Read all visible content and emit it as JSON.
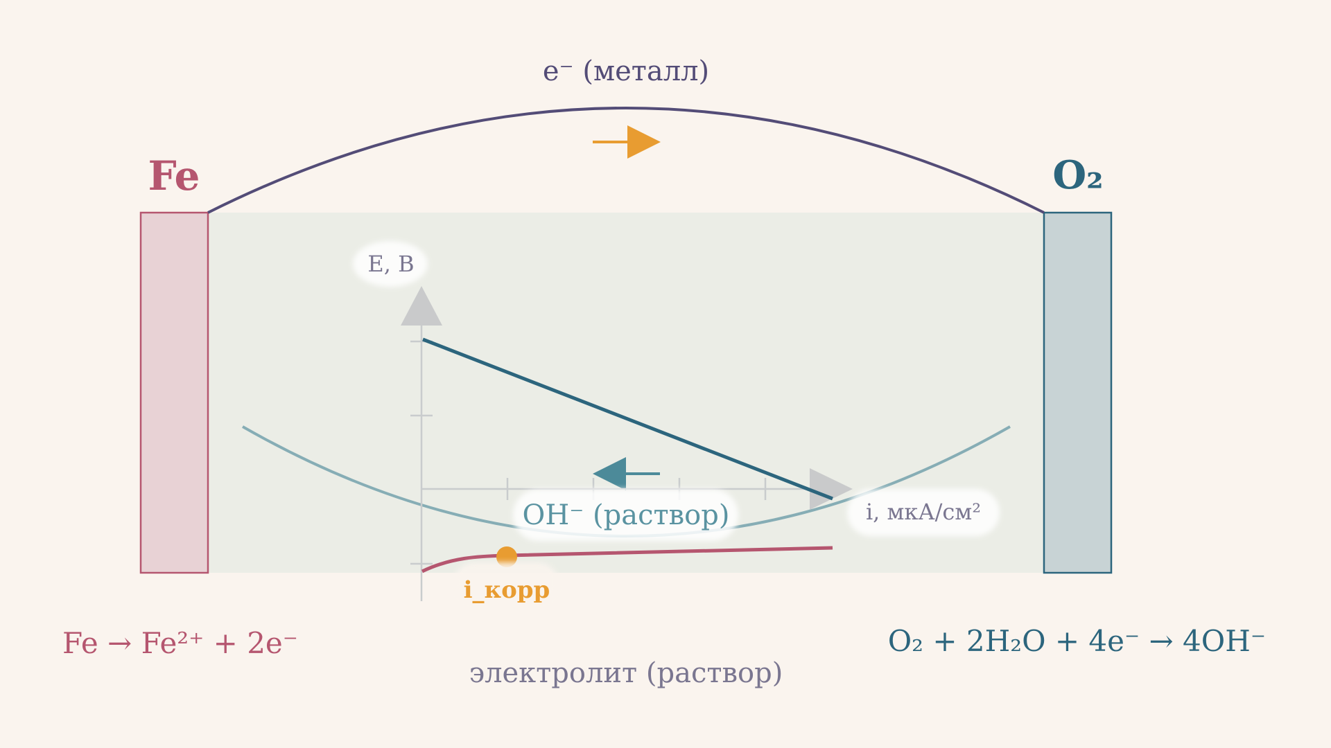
{
  "diagram": {
    "electron_flow_label": "e⁻ (металл)",
    "anode_label": "Fe",
    "cathode_label": "O₂",
    "solution_ion_label": "OH⁻ (раствор)",
    "electrolyte_label": "электролит (раствор)",
    "anode_reaction": "Fe → Fe²⁺ + 2e⁻",
    "cathode_reaction": "O₂ + 2H₂O + 4e⁻ → 4OH⁻"
  },
  "polarization_plot": {
    "y_axis_label": "E, В",
    "x_axis_label": "i, мкА/см²",
    "corrosion_current_label": "i_корр"
  },
  "colors": {
    "background": "#faf4ee",
    "anode": "#b5566f",
    "cathode": "#2c657d",
    "wire": "#534c77",
    "arrow_electron": "#e89c31",
    "arrow_ion": "#4c8a99",
    "electrolyte_fill": "#ebede6",
    "corrosion_point": "#e89c31"
  }
}
